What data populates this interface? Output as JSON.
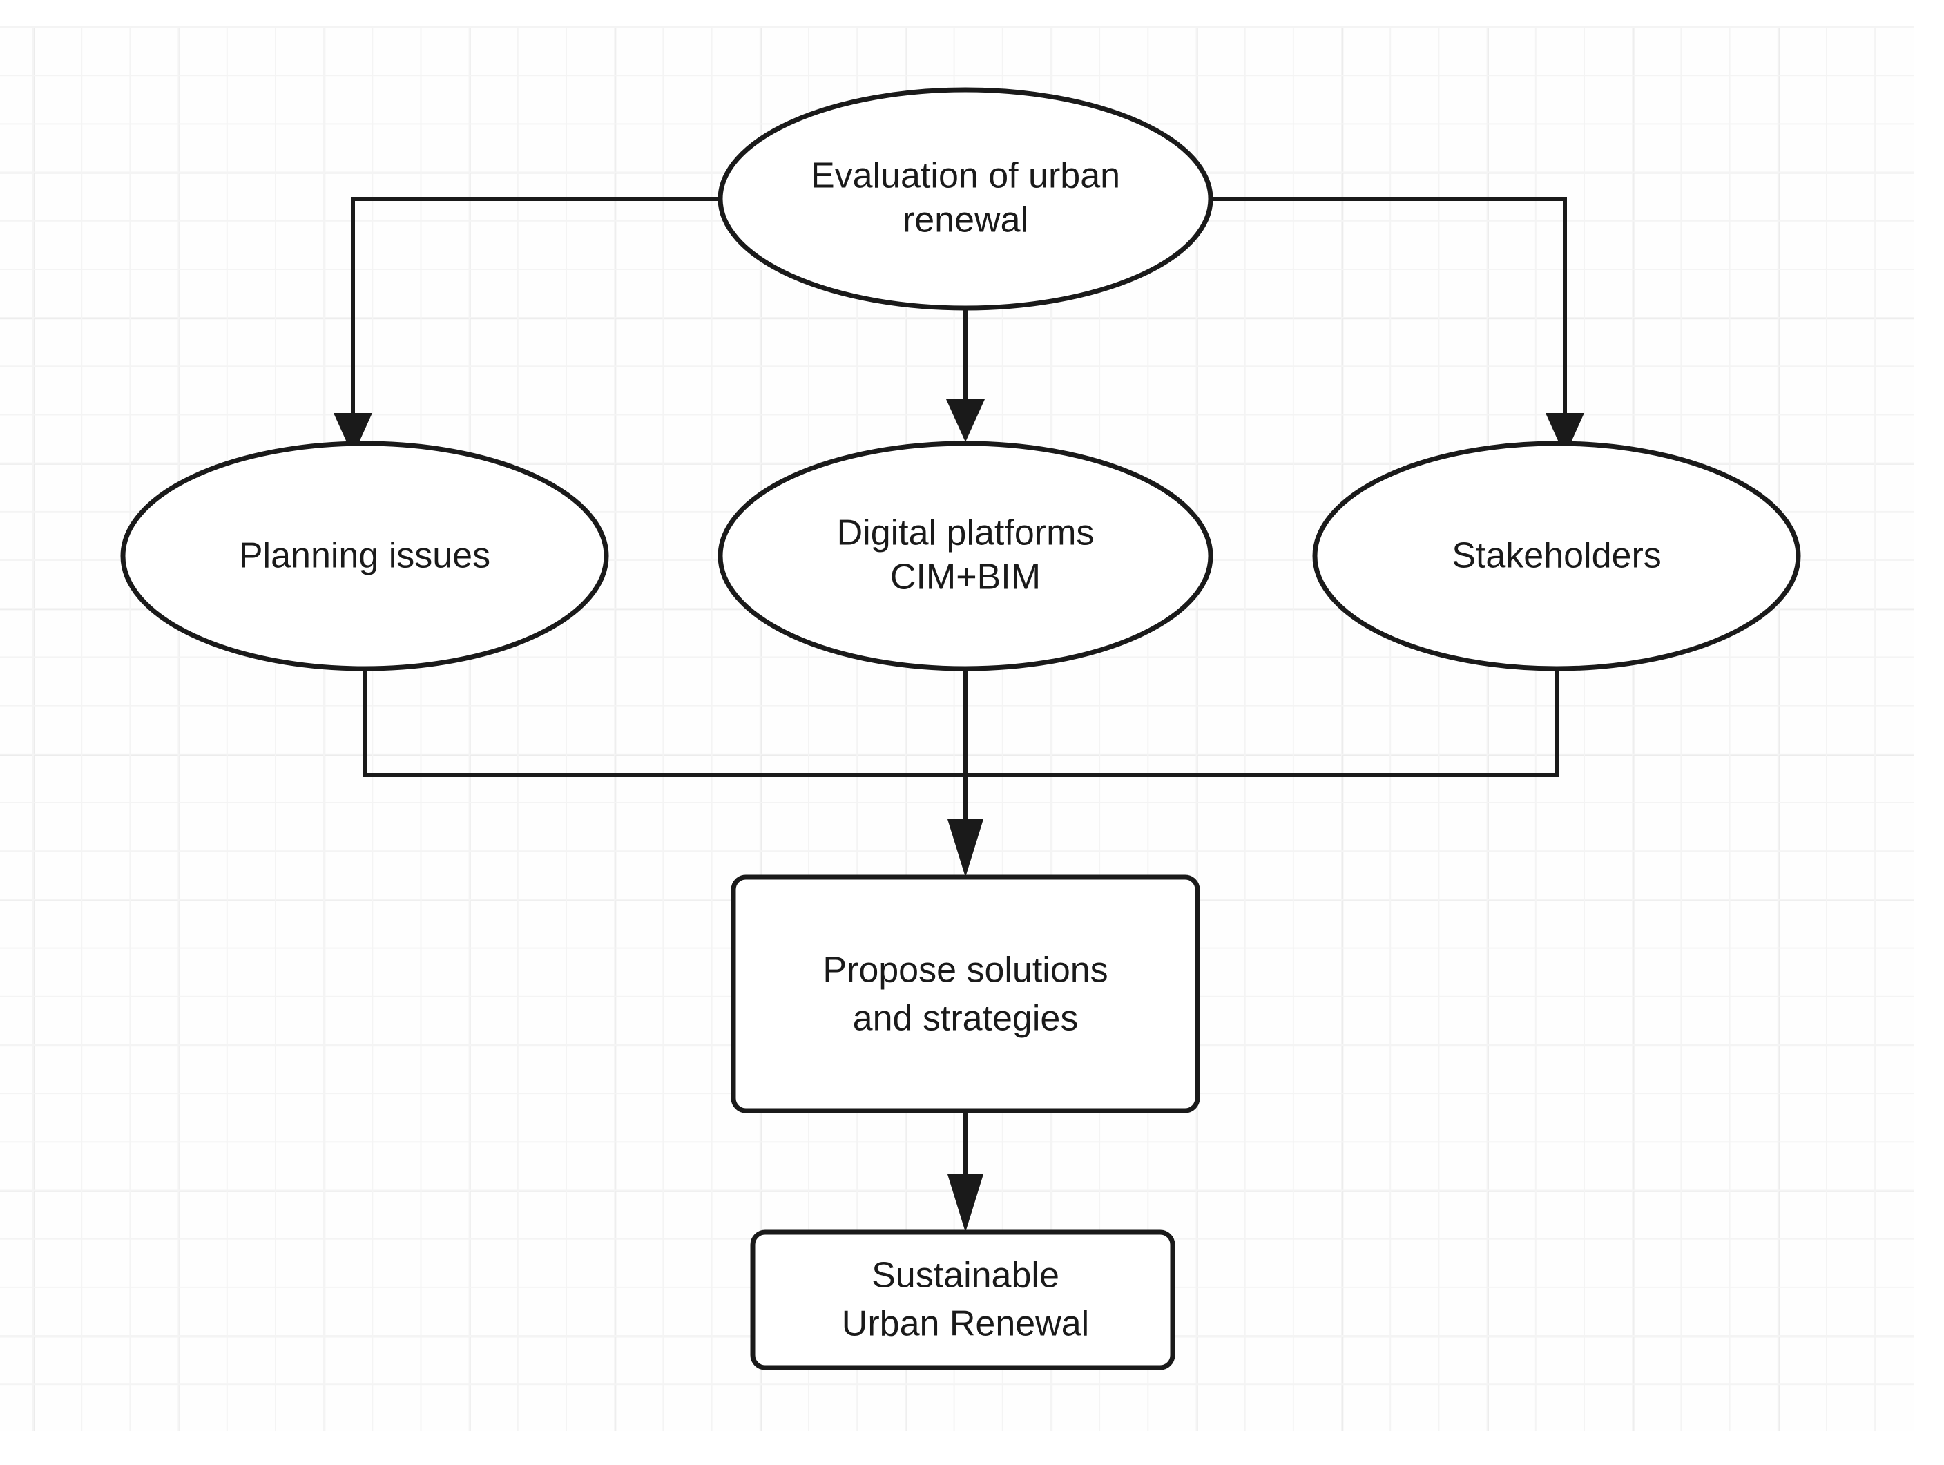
{
  "diagram": {
    "title": "Urban renewal evaluation flowchart",
    "background": {
      "style": "graph-paper",
      "page_color": "#ffffff",
      "minor_grid_color": "#f4f4f4",
      "major_grid_color": "#ececec"
    },
    "palette": {
      "shape_stroke": "#1a1a1a",
      "shape_fill": "#ffffff",
      "connector": "#1a1a1a",
      "text": "#1a1a1a"
    },
    "nodes": [
      {
        "id": "evaluation",
        "shape": "ellipse",
        "lines": [
          "Evaluation of urban",
          "renewal"
        ]
      },
      {
        "id": "planning-issues",
        "shape": "ellipse",
        "lines": [
          "Planning issues"
        ]
      },
      {
        "id": "digital-platforms",
        "shape": "ellipse",
        "lines": [
          "Digital platforms",
          "CIM+BIM"
        ]
      },
      {
        "id": "stakeholders",
        "shape": "ellipse",
        "lines": [
          "Stakeholders"
        ]
      },
      {
        "id": "propose-solutions",
        "shape": "rounded-rectangle",
        "lines": [
          "Propose solutions",
          "and strategies"
        ]
      },
      {
        "id": "sustainable-urban-renewal",
        "shape": "rounded-rectangle",
        "lines": [
          "Sustainable",
          "Urban Renewal"
        ]
      }
    ],
    "edges": [
      {
        "id": "eval-to-planning",
        "from": "evaluation",
        "to": "planning-issues",
        "style": "orthogonal",
        "arrow": true
      },
      {
        "id": "eval-to-digital",
        "from": "evaluation",
        "to": "digital-platforms",
        "style": "straight",
        "arrow": true
      },
      {
        "id": "eval-to-stakeholders",
        "from": "evaluation",
        "to": "stakeholders",
        "style": "orthogonal",
        "arrow": true
      },
      {
        "id": "planning-to-propose",
        "from": "planning-issues",
        "to": "propose-solutions",
        "style": "orthogonal-merge",
        "arrow": false
      },
      {
        "id": "digital-to-propose",
        "from": "digital-platforms",
        "to": "propose-solutions",
        "style": "straight",
        "arrow": true
      },
      {
        "id": "stake-to-propose",
        "from": "stakeholders",
        "to": "propose-solutions",
        "style": "orthogonal-merge",
        "arrow": false
      },
      {
        "id": "propose-to-result",
        "from": "propose-solutions",
        "to": "sustainable-urban-renewal",
        "style": "straight",
        "arrow": true
      }
    ]
  }
}
